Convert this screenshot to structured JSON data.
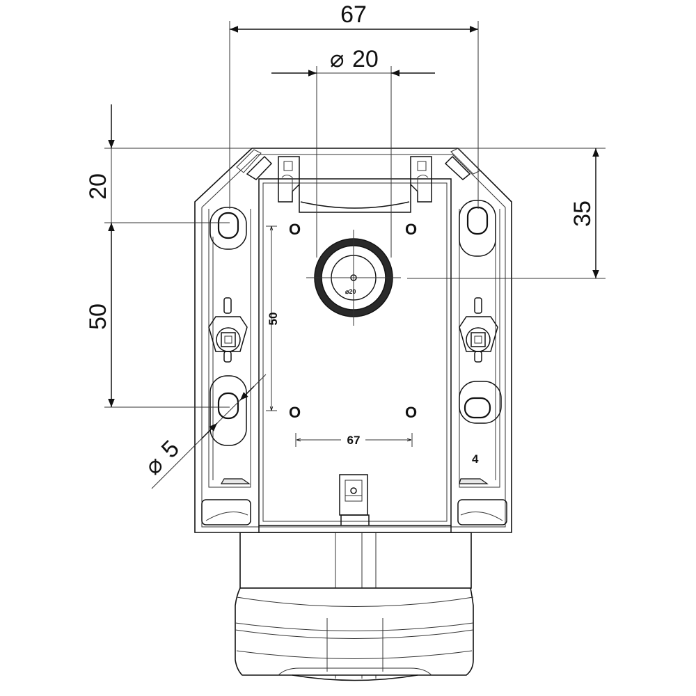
{
  "dimensions": {
    "top_width": "67",
    "top_diameter": "20",
    "left_upper": "20",
    "left_lower": "50",
    "right_height": "35",
    "hole_diameter": "5",
    "inner_vertical": "50",
    "inner_horizontal": "67"
  },
  "symbols": {
    "diameter": "⌀",
    "center_marks": [
      "O",
      "O",
      "O",
      "O"
    ],
    "part_number": "4",
    "gland_label": "⌀20"
  }
}
